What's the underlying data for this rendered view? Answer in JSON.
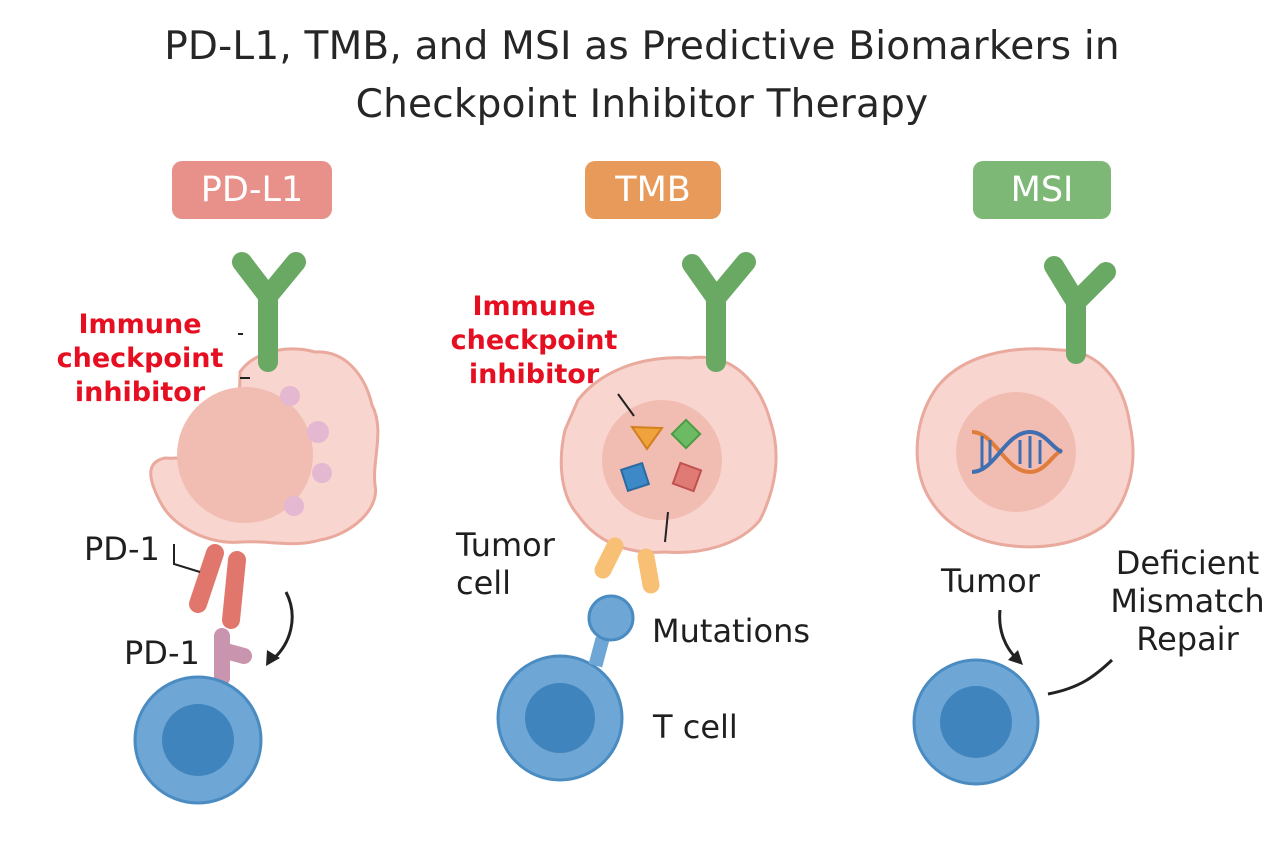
{
  "title": {
    "line1": "PD-L1, TMB, and MSI as Predictive Biomarkers in",
    "line2": "Checkpoint Inhibitor Therapy"
  },
  "panels": {
    "pdl1": {
      "badge": "PD-L1",
      "badge_color": "#e8908a",
      "inhibitor_label": [
        "Immune",
        "checkpoint",
        "inhibitor"
      ],
      "receptor_label": "PD-1",
      "ligand_label": "PD-1"
    },
    "tmb": {
      "badge": "TMB",
      "badge_color": "#e89a5a",
      "inhibitor_label": [
        "Immune",
        "checkpoint",
        "inhibitor"
      ],
      "tumor_label": [
        "Tumor",
        "cell"
      ],
      "mutations_label": "Mutations",
      "tcell_label": "T cell"
    },
    "msi": {
      "badge": "MSI",
      "badge_color": "#7eb876",
      "tumor_label": "Tumor",
      "repair_label": [
        "Deficient",
        "Mismatch",
        "Repair"
      ]
    }
  },
  "colors": {
    "tumor_cell": "#f8d5cf",
    "tumor_outline": "#e9a99d",
    "nucleus": "#f1bdb2",
    "antibody": "#6aa964",
    "t_cell": "#6ea6d6",
    "t_cell_nucleus": "#3f84bc",
    "pd1_receptor": "#e1776c",
    "pd1_ligand": "#c995ae",
    "inhibitor_text": "#e60f22"
  },
  "icons": {
    "antibody": "antibody-y-icon",
    "dna": "dna-helix-icon",
    "mutation_shapes": "mutation-shapes-icon"
  }
}
